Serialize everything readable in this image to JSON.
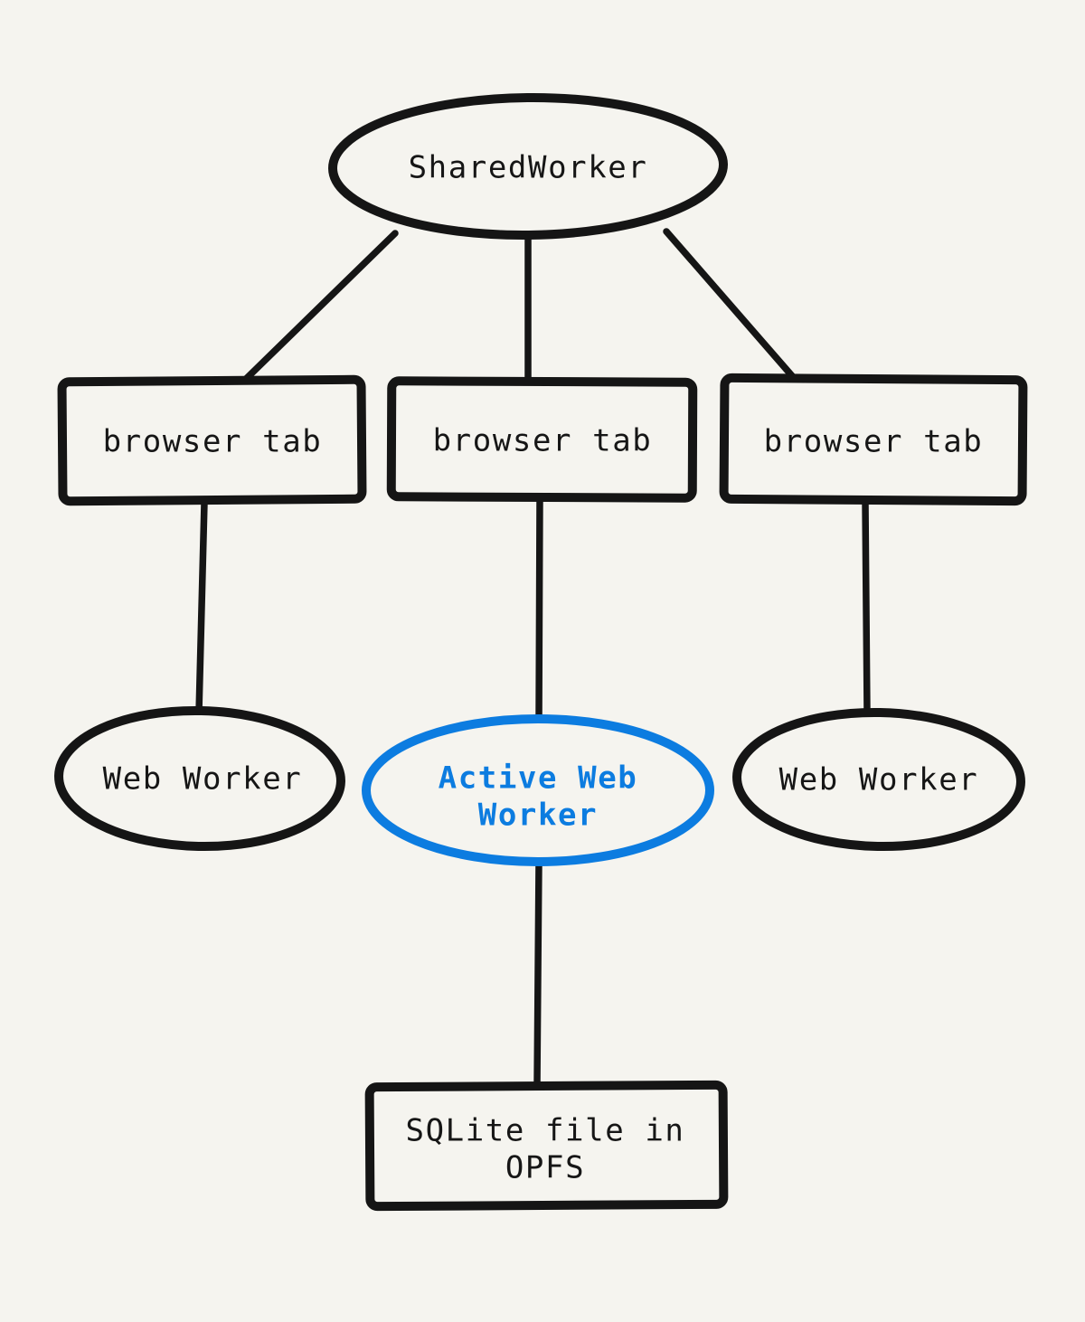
{
  "page": {
    "background_color": "#f5f4ef",
    "ink_color": "#151515",
    "accent_color": "#0c7ce0"
  },
  "diagram": {
    "type": "node-link-diagram",
    "style": "hand-drawn",
    "nodes": [
      {
        "id": "shared-worker",
        "shape": "ellipse",
        "label": "SharedWorker"
      },
      {
        "id": "browser-tab-left",
        "shape": "rect",
        "label": "browser tab"
      },
      {
        "id": "browser-tab-center",
        "shape": "rect",
        "label": "browser tab"
      },
      {
        "id": "browser-tab-right",
        "shape": "rect",
        "label": "browser tab"
      },
      {
        "id": "web-worker-left",
        "shape": "ellipse",
        "label": "Web Worker"
      },
      {
        "id": "active-web-worker",
        "shape": "ellipse",
        "label": "Active Web Worker",
        "accent_color": "#0c7ce0"
      },
      {
        "id": "web-worker-right",
        "shape": "ellipse",
        "label": "Web Worker"
      },
      {
        "id": "sqlite-file-in-opfs",
        "shape": "rect",
        "label": "SQLite file in OPFS"
      }
    ],
    "edges": [
      {
        "from": "shared-worker",
        "to": "browser-tab-left"
      },
      {
        "from": "shared-worker",
        "to": "browser-tab-center"
      },
      {
        "from": "shared-worker",
        "to": "browser-tab-right"
      },
      {
        "from": "browser-tab-left",
        "to": "web-worker-left"
      },
      {
        "from": "browser-tab-center",
        "to": "active-web-worker"
      },
      {
        "from": "browser-tab-right",
        "to": "web-worker-right"
      },
      {
        "from": "active-web-worker",
        "to": "sqlite-file-in-opfs"
      }
    ]
  }
}
